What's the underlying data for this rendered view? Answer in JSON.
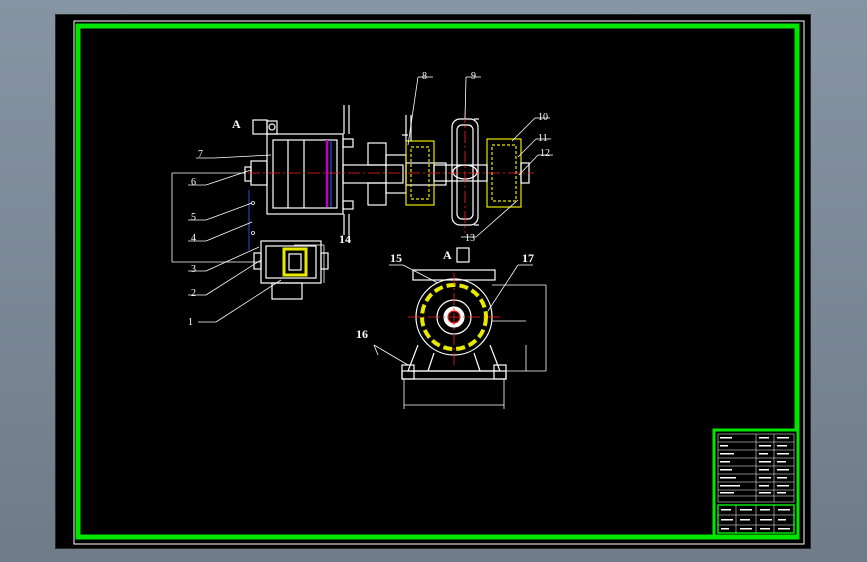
{
  "drawing": {
    "background": "#000000",
    "frame_color": "#00e600",
    "part_color": "#ffffff",
    "highlight_color": "#e8e800",
    "centerline_color": "#ff2020",
    "accent_color": "#c000c0",
    "section_labels": [
      "A",
      "A"
    ],
    "callouts": [
      "1",
      "2",
      "3",
      "4",
      "5",
      "6",
      "7",
      "8",
      "9",
      "10",
      "11",
      "12",
      "13",
      "14",
      "15",
      "16",
      "17"
    ]
  }
}
